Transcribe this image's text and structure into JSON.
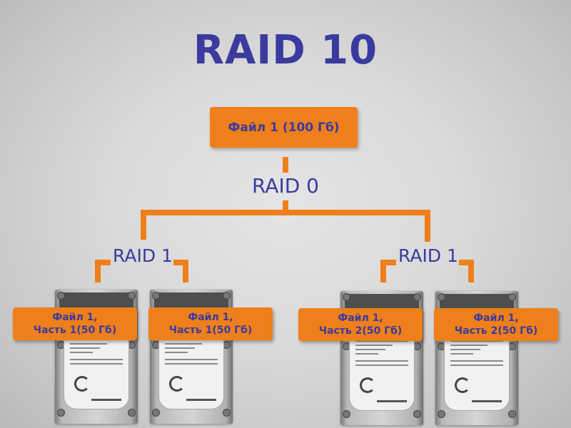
{
  "title": "RAID 10",
  "root": {
    "label": "Файл 1 (100 Гб)"
  },
  "top_level": {
    "label": "RAID 0"
  },
  "mirrors": [
    {
      "label": "RAID 1",
      "disks": [
        {
          "line1": "Файл 1,",
          "line2": "Часть 1(50 Гб)"
        },
        {
          "line1": "Файл 1,",
          "line2": "Часть 1(50 Гб)"
        }
      ]
    },
    {
      "label": "RAID 1",
      "disks": [
        {
          "line1": "Файл 1,",
          "line2": "Часть 2(50 Гб)"
        },
        {
          "line1": "Файл 1,",
          "line2": "Часть 2(50 Гб)"
        }
      ]
    }
  ],
  "colors": {
    "accent": "#ef7f1a",
    "text": "#3b3a9e"
  }
}
